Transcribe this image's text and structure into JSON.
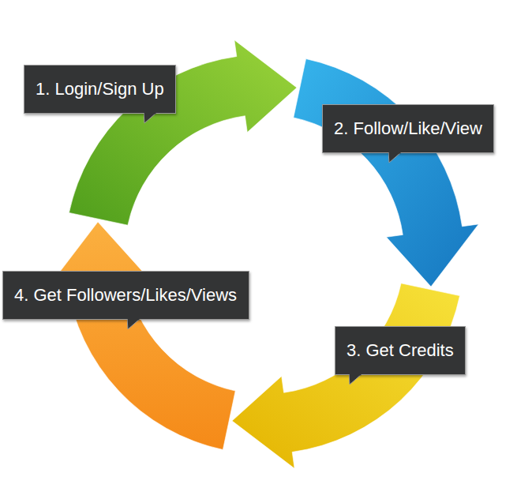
{
  "diagram": {
    "nodes": [
      {
        "text": [
          "1. Login/Sign Up"
        ]
      },
      {
        "text": [
          "2. Follow/Like/View"
        ]
      },
      {
        "text": [
          "3. Get Credits"
        ]
      },
      {
        "text": [
          "4. Get Followers/Likes/Views"
        ]
      }
    ]
  }
}
